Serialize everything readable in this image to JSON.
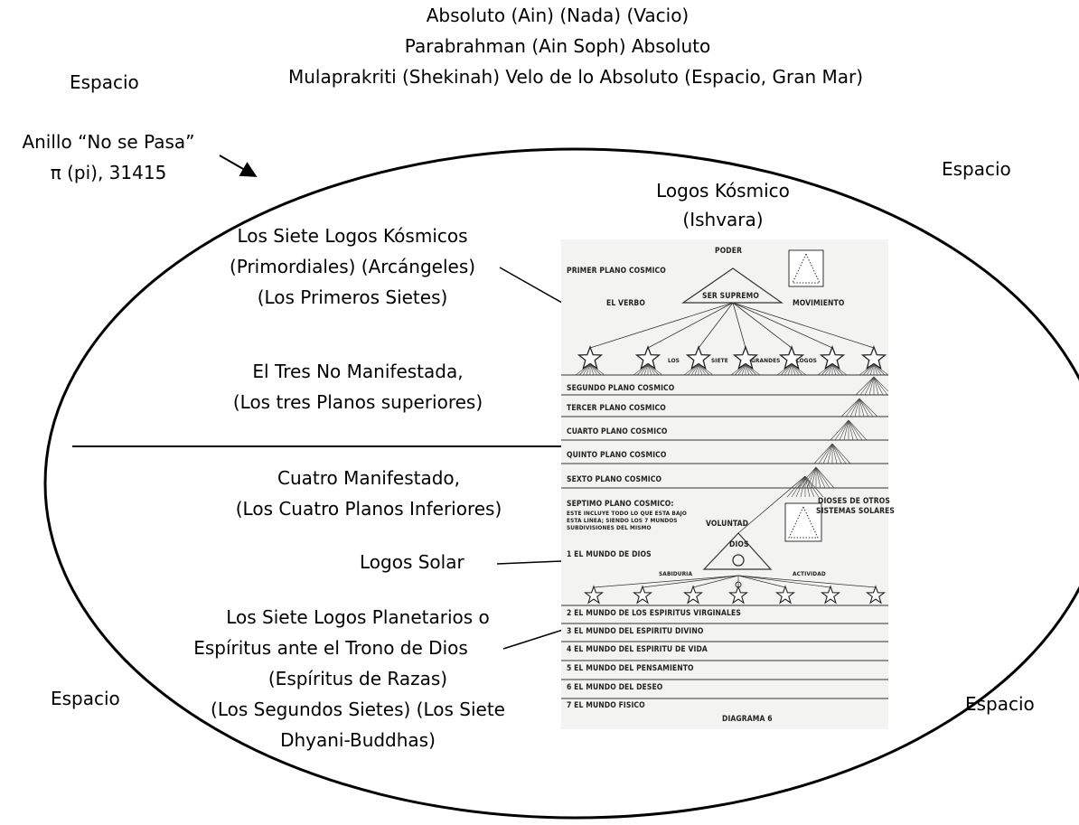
{
  "outer": {
    "top_line1": "Absoluto (Ain) (Nada) (Vacio)",
    "top_line2": "Parabrahman (Ain Soph) Absoluto",
    "top_line3": "Mulaprakriti (Shekinah) Velo de lo Absoluto (Espacio, Gran Mar)",
    "space_tl": "Espacio",
    "space_tr": "Espacio",
    "space_bl": "Espacio",
    "space_br": "Espacio",
    "ring_line1": "Anillo “No se Pasa”",
    "ring_line2": "π (pi), 31415",
    "logos_kosmico_line1": "Logos Kósmico",
    "logos_kosmico_line2": "(Ishvara)",
    "siete_line1": "Los Siete Logos Kósmicos",
    "siete_line2": "(Primordiales) (Arcángeles)",
    "siete_line3": "(Los Primeros Sietes)",
    "tres_line1": "El Tres No Manifestada,",
    "tres_line2": "(Los tres Planos superiores)",
    "cuatro_line1": "Cuatro Manifestado,",
    "cuatro_line2": "(Los Cuatro Planos Inferiores)",
    "logos_solar": "Logos Solar",
    "planetarios_line1": "Los Siete Logos Planetarios o",
    "planetarios_line2": "Espíritus ante el Trono de Dios",
    "planetarios_line3": "(Espíritus de Razas)",
    "planetarios_line4": "(Los Segundos Sietes) (Los Siete",
    "planetarios_line5": "Dhyani-Buddhas)"
  },
  "inner": {
    "poder": "PODER",
    "primer_plano": "PRIMER PLANO COSMICO",
    "el_verbo": "EL VERBO",
    "ser_supremo": "SER SUPREMO",
    "movimiento": "MOVIMIENTO",
    "los": "LOS",
    "siete": "SIETE",
    "grandes": "GRANDES",
    "logos": "LOGOS",
    "planes_cosmicos": [
      "SEGUNDO PLANO COSMICO",
      "TERCER PLANO COSMICO",
      "CUARTO PLANO COSMICO",
      "QUINTO PLANO COSMICO",
      "SEXTO PLANO COSMICO"
    ],
    "septimo_line1": "SEPTIMO PLANO COSMICO:",
    "septimo_line2": "ESTE INCLUYE TODO LO QUE ESTA BAJO",
    "septimo_line3": "ESTA LINEA; SIENDO LOS 7 MUNDOS",
    "septimo_line4": "SUBDIVISIONES DEL MISMO",
    "dioses_line1": "DIOSES DE OTROS",
    "dioses_line2": "SISTEMAS SOLARES",
    "voluntad": "VOLUNTAD",
    "dios": "DIOS",
    "mundo_1": "1  EL MUNDO DE DIOS",
    "sabiduria": "SABIDURIA",
    "actividad": "ACTIVIDAD",
    "mundos": [
      "2  EL MUNDO DE LOS ESPIRITUS VIRGINALES",
      "3  EL MUNDO DEL ESPIRITU DIVINO",
      "4  EL MUNDO DEL ESPIRITU DE VIDA",
      "5  EL MUNDO DEL PENSAMIENTO",
      "6  EL MUNDO DEL DESEO",
      "7  EL MUNDO FISICO"
    ],
    "diagrama": "DIAGRAMA 6"
  }
}
